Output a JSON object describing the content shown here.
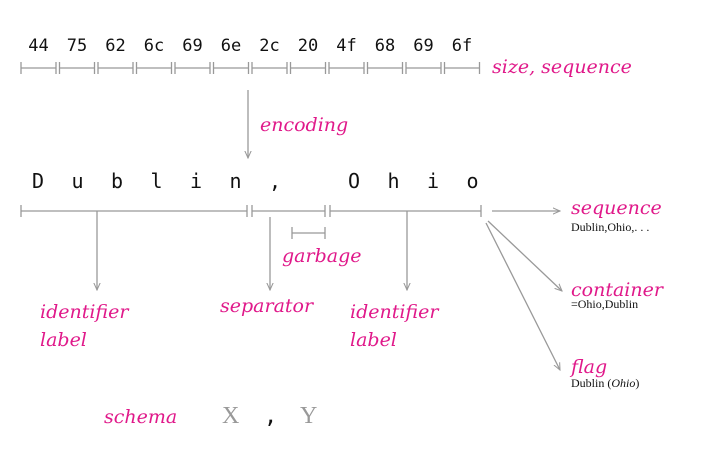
{
  "colors": {
    "accent": "#e0198a",
    "line": "#999999",
    "text": "#111111"
  },
  "hex_bytes": [
    "44",
    "75",
    "62",
    "6c",
    "69",
    "6e",
    "2c",
    "20",
    "4f",
    "68",
    "69",
    "6f"
  ],
  "decoded_chars": [
    "D",
    "u",
    "b",
    "l",
    "i",
    "n",
    ",",
    " ",
    "O",
    "h",
    "i",
    "o"
  ],
  "labels": {
    "size_sequence": "size, sequence",
    "encoding": "encoding",
    "garbage": "garbage",
    "identifier_1_line1": "identifier",
    "identifier_1_line2": "label",
    "separator": "separator",
    "identifier_2_line1": "identifier",
    "identifier_2_line2": "label",
    "schema": "schema"
  },
  "outputs": {
    "sequence": {
      "label": "sequence",
      "example": "Dublin,Ohio,. . ."
    },
    "container": {
      "label": "container",
      "example": "=Ohio,Dublin"
    },
    "flag": {
      "label": "flag",
      "example_prefix": "Dublin (",
      "example_italic": "Ohio",
      "example_suffix": ")"
    }
  },
  "schema_parts": {
    "x": "X",
    "comma": ",",
    "y": "Y"
  }
}
